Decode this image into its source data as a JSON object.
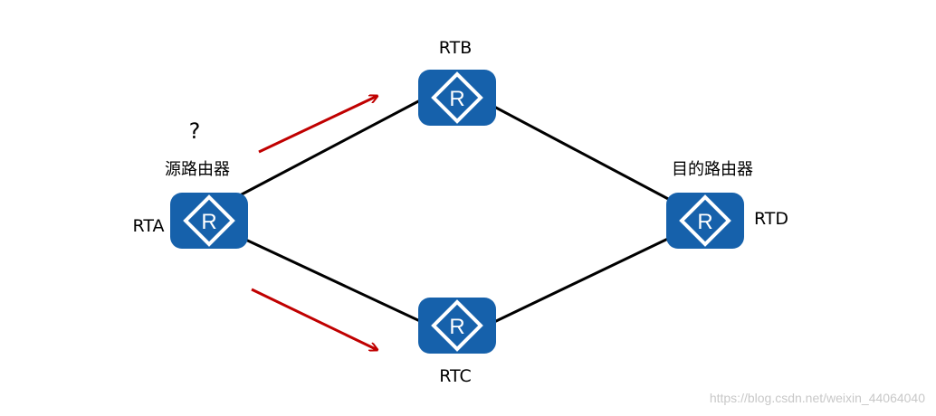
{
  "routers": [
    {
      "id": "rta",
      "name": "RTA",
      "symbol": "R"
    },
    {
      "id": "rtb",
      "name": "RTB",
      "symbol": "R"
    },
    {
      "id": "rtc",
      "name": "RTC",
      "symbol": "R"
    },
    {
      "id": "rtd",
      "name": "RTD",
      "symbol": "R"
    }
  ],
  "labels": {
    "question": "?",
    "source_router": "源路由器",
    "destination_router": "目的路由器"
  },
  "watermark": "https://blog.csdn.net/weixin_44064040",
  "colors": {
    "router_fill": "#1661ab",
    "link": "#000000",
    "arrow": "#c00000",
    "router_symbol": "#ffffff"
  }
}
